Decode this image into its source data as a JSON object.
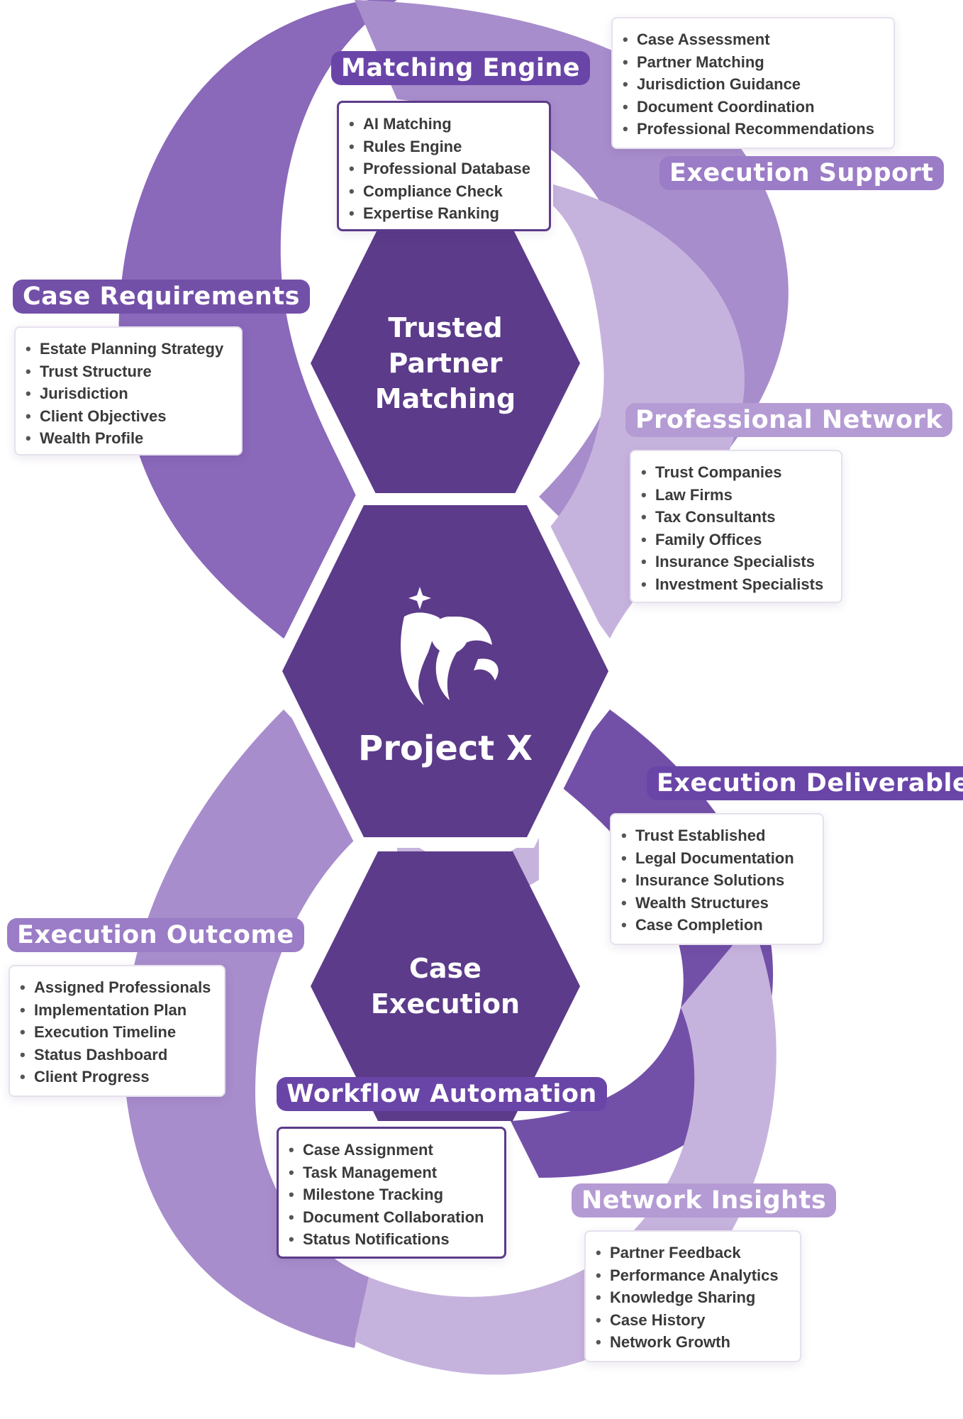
{
  "colors": {
    "dark_purple": "#5c3b8a",
    "medium_purple": "#8a68ba",
    "light_purple": "#c6b3dd",
    "pill_purple": "#7350a8"
  },
  "center": {
    "title": "Project X",
    "logo": "project-x-logo"
  },
  "top_hex": {
    "title": "Trusted\nPartner\nMatching"
  },
  "bottom_hex": {
    "title": "Case\nExecution"
  },
  "sections": {
    "matching_engine": {
      "label": "Matching Engine",
      "items": [
        "AI Matching",
        "Rules Engine",
        "Professional Database",
        "Compliance Check",
        "Expertise Ranking"
      ]
    },
    "execution_support": {
      "label": "Execution Support",
      "items": [
        "Case Assessment",
        "Partner Matching",
        "Jurisdiction Guidance",
        "Document Coordination",
        "Professional Recommendations"
      ]
    },
    "case_requirements": {
      "label": "Case Requirements",
      "items": [
        "Estate Planning Strategy",
        "Trust Structure",
        "Jurisdiction",
        "Client Objectives",
        "Wealth Profile"
      ]
    },
    "professional_network": {
      "label": "Professional Network",
      "items": [
        "Trust Companies",
        "Law Firms",
        "Tax Consultants",
        "Family Offices",
        "Insurance Specialists",
        "Investment Specialists"
      ]
    },
    "execution_deliverables": {
      "label": "Execution Deliverables",
      "items": [
        "Trust Established",
        "Legal Documentation",
        "Insurance Solutions",
        "Wealth Structures",
        "Case Completion"
      ]
    },
    "execution_outcome": {
      "label": "Execution Outcome",
      "items": [
        "Assigned Professionals",
        "Implementation Plan",
        "Execution Timeline",
        "Status Dashboard",
        "Client Progress"
      ]
    },
    "workflow_automation": {
      "label": "Workflow Automation",
      "items": [
        "Case Assignment",
        "Task Management",
        "Milestone Tracking",
        "Document Collaboration",
        "Status Notifications"
      ]
    },
    "network_insights": {
      "label": "Network Insights",
      "items": [
        "Partner Feedback",
        "Performance Analytics",
        "Knowledge Sharing",
        "Case History",
        "Network Growth"
      ]
    }
  }
}
